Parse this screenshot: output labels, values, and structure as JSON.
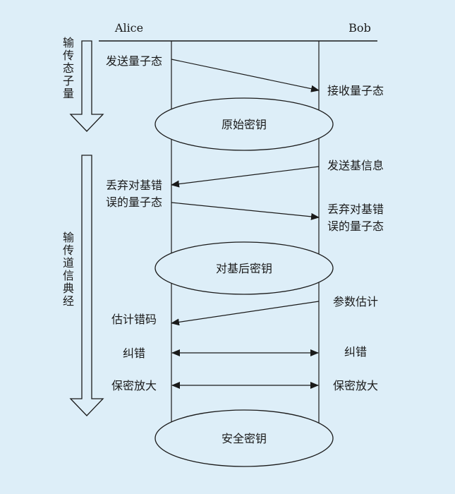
{
  "participants": {
    "left": "Alice",
    "right": "Bob"
  },
  "phases": {
    "quantum": [
      "输",
      "传",
      "态",
      "子",
      "量"
    ],
    "classical": [
      "输",
      "传",
      "道",
      "信",
      "典",
      "经"
    ]
  },
  "keys": {
    "raw": "原始密钥",
    "sifted": "对基后密钥",
    "secure": "安全密钥"
  },
  "steps": {
    "alice_send_states": "发送量子态",
    "bob_receive_states": "接收量子态",
    "bob_send_basis": "发送基信息",
    "alice_discard_1": "丢弃对基错",
    "alice_discard_2": "误的量子态",
    "bob_discard_1": "丢弃对基错",
    "bob_discard_2": "误的量子态",
    "bob_param_est": "参数估计",
    "alice_error_est": "估计错码",
    "alice_correction": "纠错",
    "bob_correction": "纠错",
    "alice_privacy_amp": "保密放大",
    "bob_privacy_amp": "保密放大"
  },
  "colors": {
    "background": "#ddeef8",
    "stroke": "#1a1a1a",
    "ellipse_fill": "#ddeef8"
  }
}
